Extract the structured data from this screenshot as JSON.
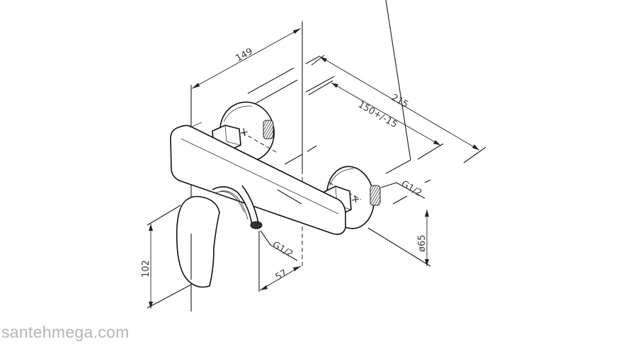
{
  "diagram": {
    "type": "technical-drawing",
    "subject": "wall-mounted single-lever mixer with eccentric connectors",
    "dimensions": {
      "width_body": "149",
      "overall_connector": "215",
      "connector_spacing": "150+/-15",
      "inlet_thread": "G1/2",
      "outlet_thread": "G1/2",
      "flange_diameter": "ø65",
      "lever_height": "102",
      "outlet_offset": "57"
    },
    "colors": {
      "line": "#1a1a1a",
      "dimension_text": "#3a3a3a",
      "background": "#ffffff",
      "watermark": "#b5b5b5"
    }
  },
  "watermark": {
    "text": "santehmega.com"
  }
}
